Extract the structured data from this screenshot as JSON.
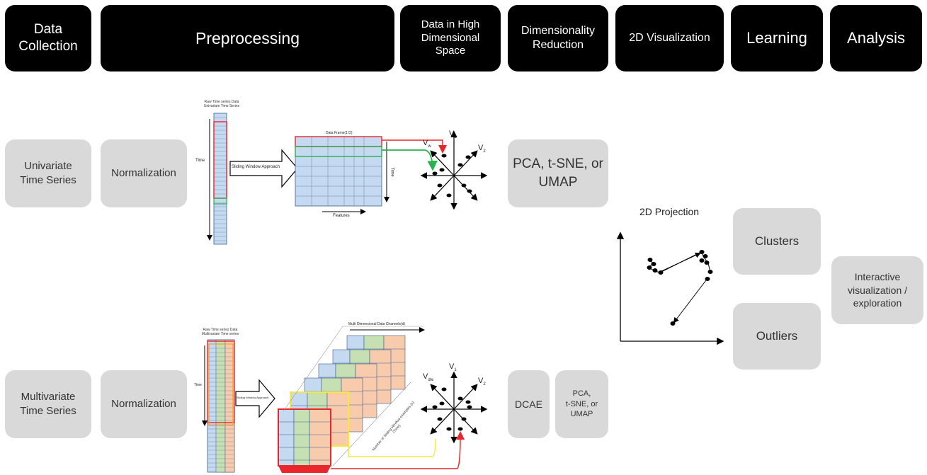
{
  "headers": {
    "data_collection": "Data\nCollection",
    "preprocessing": "Preprocessing",
    "high_dim": "Data in High\nDimensional\nSpace",
    "dim_reduction": "Dimensionality\nReduction",
    "viz2d": "2D Visualization",
    "learning": "Learning",
    "analysis": "Analysis"
  },
  "boxes": {
    "univariate": "Univariate\nTime Series",
    "normalization_top": "Normalization",
    "pca_top": "PCA, t-SNE, or\nUMAP",
    "multivariate": "Multivariate\nTime Series",
    "normalization_bottom": "Normalization",
    "dcae": "DCAE",
    "pca_bottom": "PCA,\nt-SNE, or\nUMAP",
    "clusters": "Clusters",
    "outliers": "Outliers",
    "interactive": "Interactive\nvisualization /\nexploration"
  },
  "labels": {
    "projection": "2D Projection",
    "raw_uni": "Raw Time series Data\nUnivariate Time Series",
    "raw_multi": "Raw Time series Data\nMultivariate Time series",
    "sliding_top": "Sliding Window Approach",
    "sliding_bottom": "Sliding Window Approach",
    "time_top": "Time",
    "time_bottom": "Time",
    "features": "Features",
    "data_frame": "Data Frame(1 D)",
    "time_side": "Time",
    "multi_frame": "Multi Dimensional Data Channels(d)",
    "v1_top": "V",
    "v2_top": "V",
    "vw_top": "V",
    "v1_bottom": "V",
    "v2_bottom": "V",
    "vd_bottom": "V",
    "num_windows": "Number of Sliding Window examples (n)\n(Time)"
  },
  "colors": {
    "header_bg": "#000000",
    "box_bg": "#d9d9d9",
    "grid_blue": "#c5d9f1",
    "grid_green": "#c6e0b4",
    "grid_peach": "#f8cbad",
    "red": "#e8262b",
    "green": "#28b14c",
    "yellow": "#f7e93c"
  }
}
